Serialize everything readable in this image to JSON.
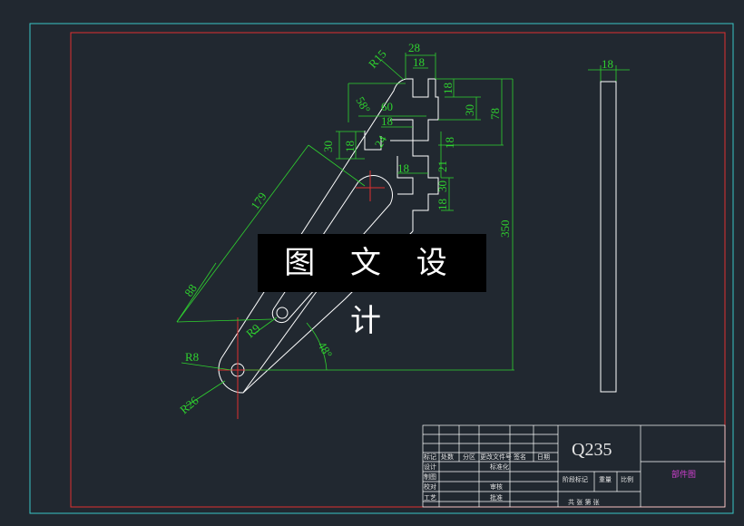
{
  "watermark": "图 文 设 计",
  "material": "Q235",
  "part_name": "部件图",
  "dimensions": {
    "r15": "R15",
    "w28": "28",
    "w18_top": "18",
    "h18_a": "18",
    "a58": "58°",
    "l60": "60",
    "h30_a": "30",
    "h78": "78",
    "w18_mid": "18",
    "h30_b": "30",
    "h18_b": "18",
    "w24": "24",
    "h18_c": "18",
    "h21": "21",
    "w18_low": "18",
    "h30_c": "30",
    "h18_d": "18",
    "l179": "179",
    "h350": "350",
    "l88": "88",
    "r9": "R9",
    "a48": "48°",
    "r8": "R8",
    "r26": "R26",
    "w18_side": "18"
  },
  "title_block": {
    "labels": {
      "mark": "标记",
      "count": "处数",
      "zone": "分区",
      "doc_no": "更改文件号",
      "sign": "签名",
      "date": "日期",
      "design": "设计",
      "std": "标准化",
      "draw": "制图",
      "check": "校对",
      "review": "审核",
      "process": "工艺",
      "approve": "批准",
      "stage_mark": "阶段标记",
      "weight": "重量",
      "scale": "比例",
      "sheet": "共  张  第  张"
    }
  }
}
